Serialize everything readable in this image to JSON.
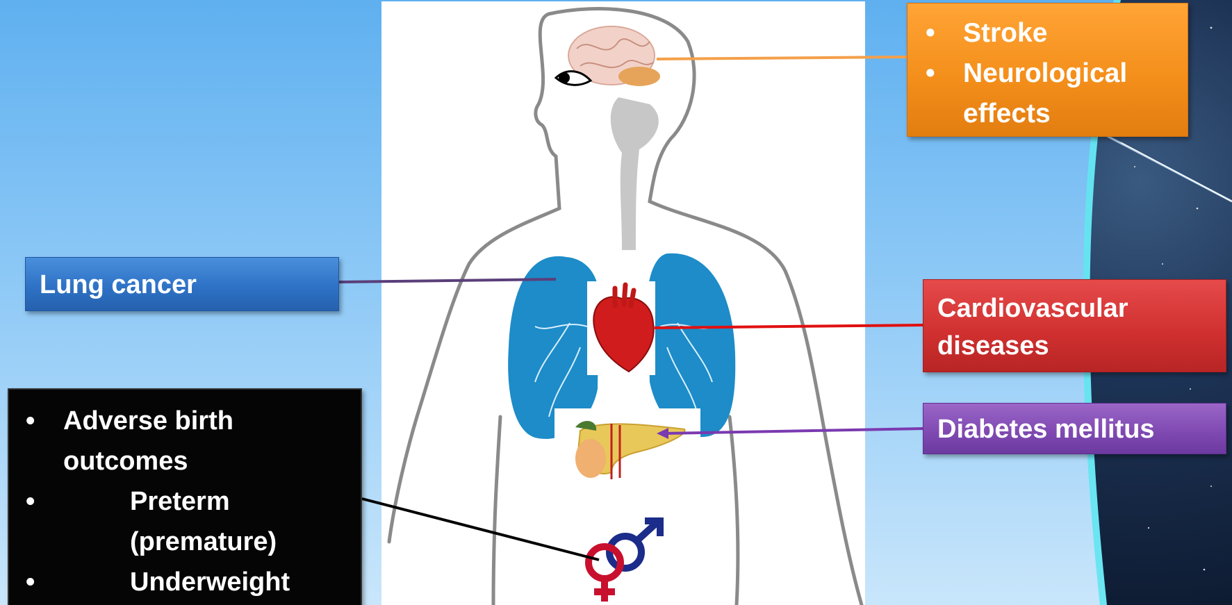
{
  "boxes": {
    "orange": {
      "items": [
        "Stroke",
        "Neurological effects"
      ],
      "color": "#f48f1b"
    },
    "lung": {
      "label": "Lung cancer",
      "color": "#2e72c6"
    },
    "cardio": {
      "label": "Cardiovascular diseases",
      "color": "#cf2f2f"
    },
    "diabetes": {
      "label": "Diabetes mellitus",
      "color": "#7e48b1"
    },
    "birth": {
      "title": "Adverse birth outcomes",
      "subitems": [
        "Preterm (premature)",
        "Underweight"
      ],
      "color": "#050505"
    }
  },
  "bullet_glyph": "•",
  "icons": [
    "brain-icon",
    "eye-icon",
    "lungs-icon",
    "heart-icon",
    "pancreas-icon",
    "gender-symbols-icon"
  ],
  "connector_colors": {
    "brain": "#f4a04a",
    "lung": "#5a3f7a",
    "heart": "#e01010",
    "pancreas": "#7a3ab0",
    "reproductive": "#000000"
  }
}
